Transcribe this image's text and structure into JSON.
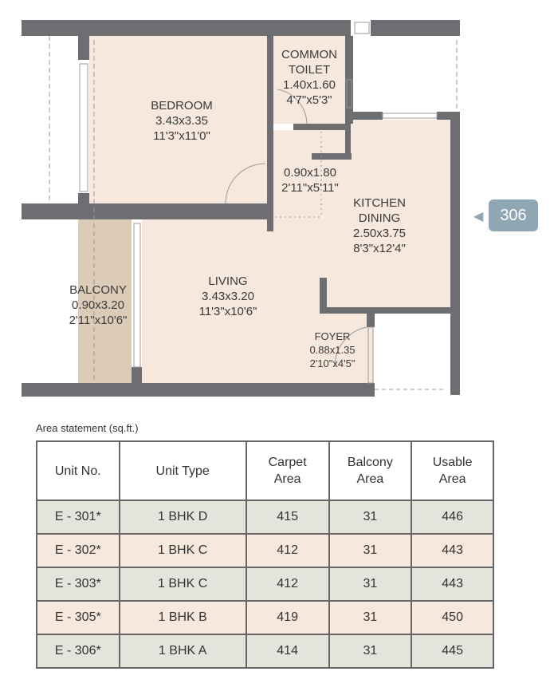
{
  "plan": {
    "bedroom": {
      "name": "BEDROOM",
      "m": "3.43x3.35",
      "ft": "11'3\"x11'0\""
    },
    "toilet": {
      "name1": "COMMON",
      "name2": "TOILET",
      "m": "1.40x1.60",
      "ft": "4'7\"x5'3\""
    },
    "passage": {
      "m": "0.90x1.80",
      "ft": "2'11\"x5'11\""
    },
    "kitchen": {
      "name1": "KITCHEN",
      "name2": "DINING",
      "m": "2.50x3.75",
      "ft": "8'3\"x12'4\""
    },
    "living": {
      "name": "LIVING",
      "m": "3.43x3.20",
      "ft": "11'3\"x10'6\""
    },
    "balcony": {
      "name": "BALCONY",
      "m": "0.90x3.20",
      "ft": "2'11\"x10'6\""
    },
    "foyer": {
      "name": "FOYER",
      "m": "0.88x1.35",
      "ft": "2'10\"x4'5\""
    },
    "unit_tag": "306",
    "colors": {
      "wall": "#6d6e71",
      "floor": "#f6e8dc",
      "balcony": "#dccbb6",
      "tag": "#8fa6b3"
    }
  },
  "table": {
    "caption": "Area statement (sq.ft.)",
    "headers": [
      "Unit No.",
      "Unit Type",
      "Carpet Area",
      "Balcony Area",
      "Usable Area"
    ],
    "rows": [
      [
        "E - 301*",
        "1 BHK D",
        "415",
        "31",
        "446"
      ],
      [
        "E - 302*",
        "1 BHK C",
        "412",
        "31",
        "443"
      ],
      [
        "E - 303*",
        "1 BHK C",
        "412",
        "31",
        "443"
      ],
      [
        "E - 305*",
        "1 BHK B",
        "419",
        "31",
        "450"
      ],
      [
        "E - 306*",
        "1 BHK A",
        "414",
        "31",
        "445"
      ]
    ]
  }
}
